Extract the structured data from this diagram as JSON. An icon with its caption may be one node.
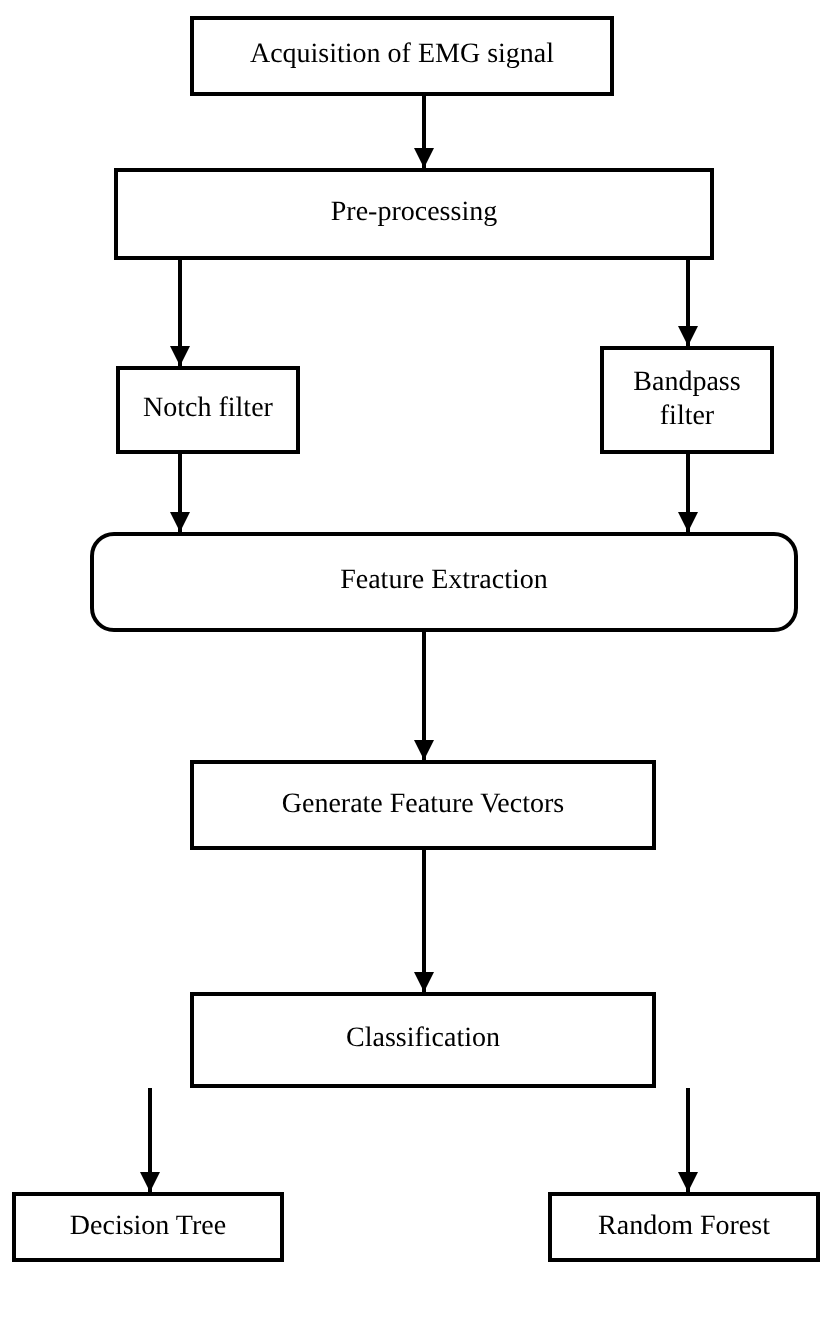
{
  "diagram": {
    "nodes": [
      {
        "text": [
          "Acquisition of EMG signal"
        ]
      },
      {
        "text": [
          "Pre-processing"
        ]
      },
      {
        "text": [
          "Notch filter"
        ]
      },
      {
        "text": [
          "Bandpass filter"
        ]
      },
      {
        "text": [
          "Feature Extraction"
        ]
      },
      {
        "text": [
          "Generate Feature Vectors"
        ]
      },
      {
        "text": [
          "Classification"
        ]
      },
      {
        "text": [
          "Decision Tree"
        ]
      },
      {
        "text": [
          "Random Forest"
        ]
      }
    ],
    "edges": [
      {
        "from": 0,
        "to": 1,
        "arrow": "to"
      },
      {
        "from": 1,
        "to": 2,
        "arrow": "to"
      },
      {
        "from": 1,
        "to": 3,
        "arrow": "to"
      },
      {
        "from": 2,
        "to": 4,
        "arrow": "to"
      },
      {
        "from": 3,
        "to": 4,
        "arrow": "to"
      },
      {
        "from": 4,
        "to": 5,
        "arrow": "to"
      },
      {
        "from": 5,
        "to": 6,
        "arrow": "to"
      },
      {
        "from": 6,
        "to": 7,
        "arrow": "to"
      },
      {
        "from": 6,
        "to": 8,
        "arrow": "to"
      }
    ]
  }
}
